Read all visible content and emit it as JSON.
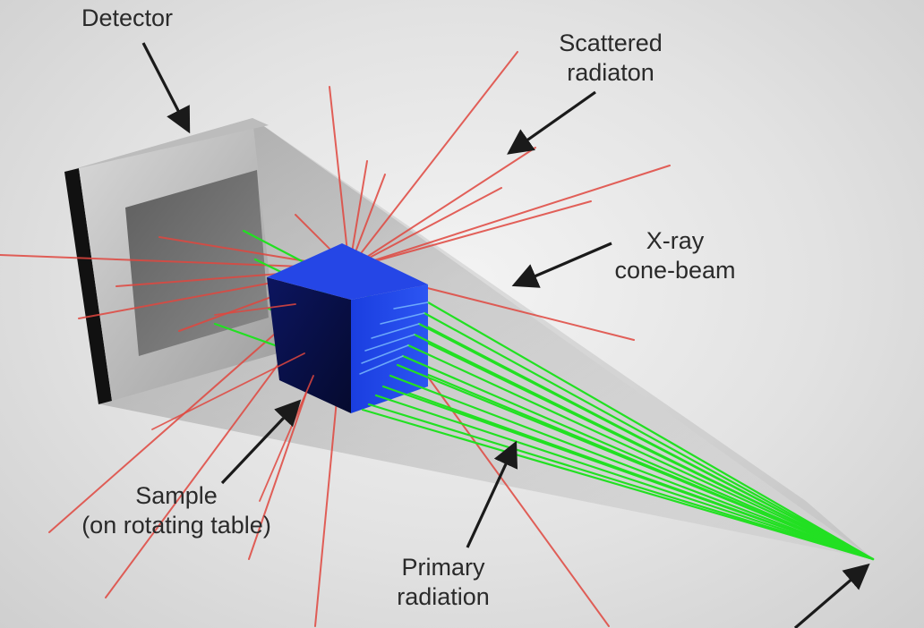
{
  "labels": {
    "detector": "Detector",
    "scattered_line1": "Scattered",
    "scattered_line2": "radiaton",
    "xray_line1": "X-ray",
    "xray_line2": "cone-beam",
    "sample_line1": "Sample",
    "sample_line2": "(on rotating table)",
    "primary_line1": "Primary",
    "primary_line2": "radiation"
  },
  "colors": {
    "scattered": "#e0473f",
    "primary": "#22e022",
    "sample_cube": "#1f3fd8",
    "arrow": "#1a1a1a"
  }
}
